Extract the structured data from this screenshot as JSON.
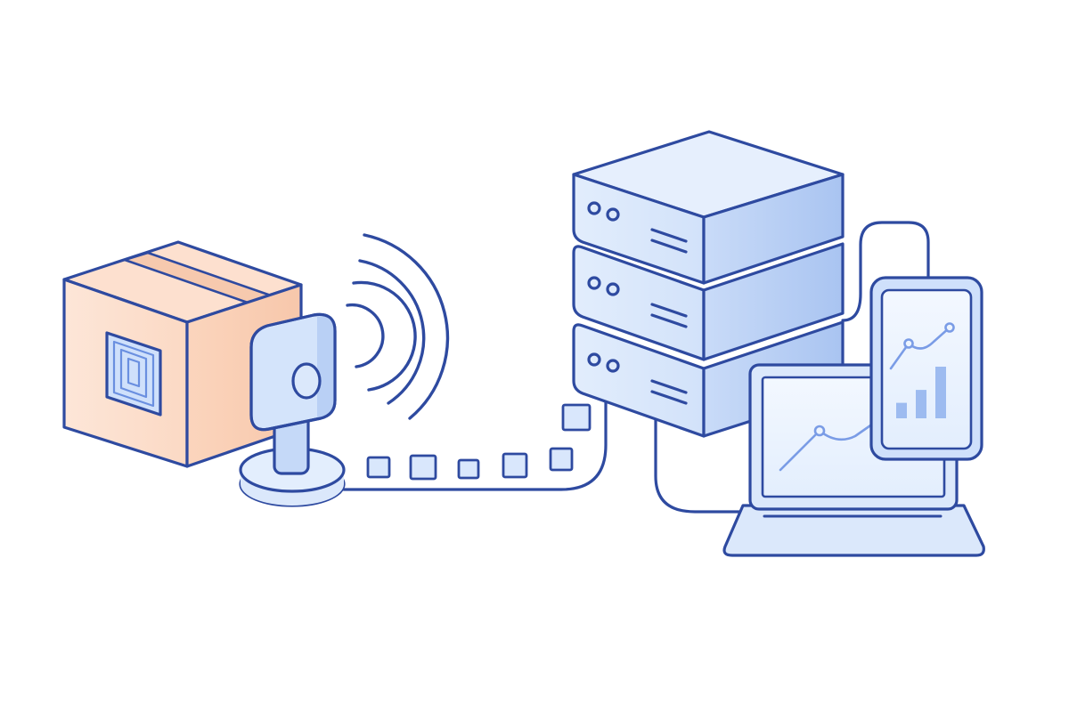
{
  "palette": {
    "outline": "#2e4aa0",
    "box_fill": "#fde3d3",
    "box_shade": "#f8cfb8",
    "device_fill": "#dbe8fb",
    "device_shade": "#b9d0f5",
    "screen_fill": "#eef5fe",
    "chart_line": "#7a9ce6",
    "background": "#ffffff"
  },
  "icons": {
    "package": "package-box-icon",
    "rfid_tag": "rfid-tag-icon",
    "reader": "rfid-reader-icon",
    "signal": "wireless-signal-icon",
    "data_packets": "data-packet-icon",
    "server": "server-stack-icon",
    "laptop": "laptop-icon",
    "phone": "smartphone-icon",
    "line_chart": "line-chart-icon",
    "bar_chart": "bar-chart-icon"
  },
  "levels": {
    "phone_bar_chart": [
      0.3,
      0.55,
      1.0
    ]
  }
}
